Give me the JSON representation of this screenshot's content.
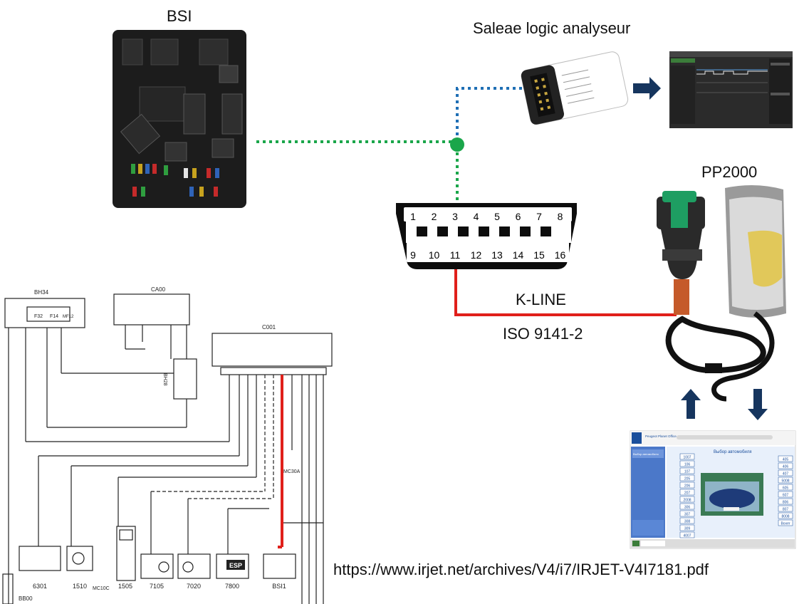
{
  "labels": {
    "bsi": "BSI",
    "saleae": "Saleae logic analyseur",
    "pp2000": "PP2000",
    "kline": "K-LINE",
    "iso": "ISO 9141-2",
    "url": "https://www.irjet.net/archives/V4/i7/IRJET-V4I7181.pdf"
  },
  "obd": {
    "top_pins": [
      "1",
      "2",
      "3",
      "4",
      "5",
      "6",
      "7",
      "8"
    ],
    "bottom_pins": [
      "9",
      "10",
      "11",
      "12",
      "13",
      "14",
      "15",
      "16"
    ]
  },
  "colors": {
    "green_dotted": "#1aa64a",
    "blue_dotted": "#1f6fb5",
    "red_line": "#e0201b",
    "arrow": "#16355e"
  },
  "schematic": {
    "bh34": "BH34",
    "ca00": "CA00",
    "c001": "C001",
    "fuses": [
      "F32",
      "F14",
      "MF12"
    ],
    "bh28": "BH28",
    "mc30a": "MC30A",
    "mc10c": "MC10C",
    "bb00": "BB00",
    "components": [
      "6301",
      "1510",
      "1505",
      "7105",
      "7020",
      "7800",
      "BSI1"
    ],
    "esp": "ESP"
  },
  "screenshot": {
    "app_title": "Peugeot Planet Office",
    "heading": "Выбор автомобиля",
    "left_button": "Выбор автомобиля",
    "left_models": [
      "1007",
      "106",
      "107",
      "205",
      "206",
      "207",
      "2008",
      "306",
      "307",
      "308",
      "309",
      "4007"
    ],
    "right_models": [
      "405",
      "406",
      "407",
      "5008",
      "605",
      "607",
      "806",
      "807",
      "8008",
      "Boxer"
    ]
  }
}
